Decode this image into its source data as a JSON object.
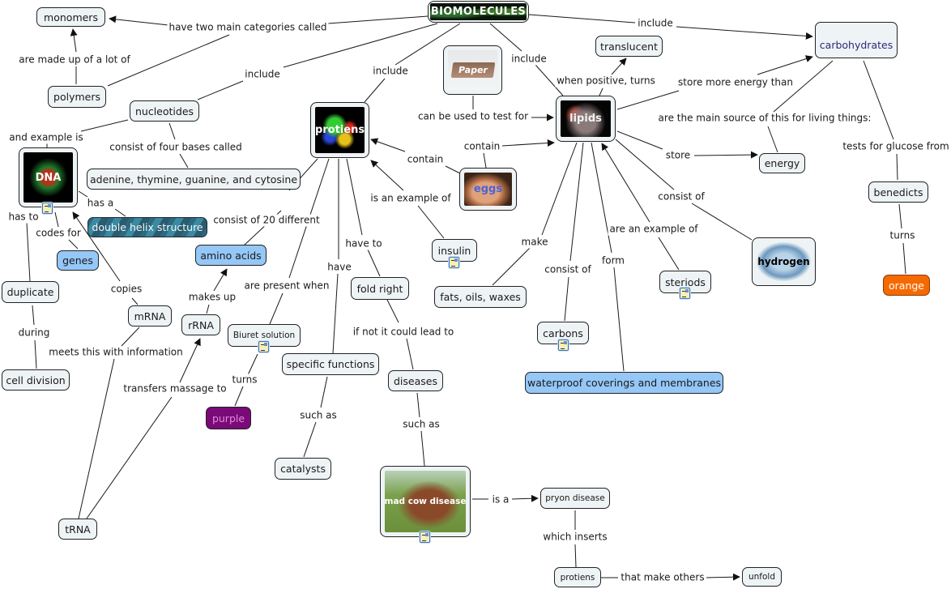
{
  "title": "BIOMOLECULES",
  "nodes": {
    "biomolecules": "BIOMOLECULES",
    "monomers": "monomers",
    "polymers": "polymers",
    "nucleotides": "nucleotides",
    "dna": "DNA",
    "bases": "adenine, thymine, guanine, and cytosine",
    "double_helix": "double helix structure",
    "genes": "genes",
    "duplicate": "duplicate",
    "cell_division": "cell division",
    "mrna": "mRNA",
    "rrna": "rRNA",
    "trna": "tRNA",
    "amino_acids": "amino acids",
    "proteins": "protiens",
    "biuret": "Biuret solution",
    "purple": "purple",
    "specific_functions": "specific functions",
    "catalysts": "catalysts",
    "fold_right": "fold right",
    "diseases": "diseases",
    "mad_cow": "mad cow disease",
    "pryon": "pryon disease",
    "proteins2": "protiens",
    "unfold": "unfold",
    "paper": "Paper",
    "eggs": "eggs",
    "insulin": "insulin",
    "lipids": "lipids",
    "translucent": "translucent",
    "fats": "fats, oils, waxes",
    "carbons": "carbons",
    "waterproof": "waterproof coverings and membranes",
    "steriods": "steriods",
    "hydrogen": "hydrogen",
    "energy": "energy",
    "carbohydrates": "carbohydrates",
    "benedicts": "benedicts",
    "orange": "orange"
  },
  "links": {
    "have_two_main": "have two main categories called",
    "made_up_of": "are made up of a lot of",
    "include_nucleotides": "include",
    "include_proteins": "include",
    "include_lipids": "include",
    "include_carbs": "include",
    "and_example_is": "and example is",
    "consist_four_bases": "consist of four bases called",
    "has_a": "has a",
    "has_to": "has to",
    "codes_for": "codes for",
    "during": "during",
    "copies": "copies",
    "meets_this": "meets this with information",
    "makes_up": "makes up",
    "transfers": "transfers massage to",
    "consist_20": "consist of 20 different",
    "are_present_when": "are present when",
    "turns_purple": "turns",
    "have": "have",
    "have_to": "have to",
    "such_as_catalysts": "such as",
    "if_not": "if not it could lead to",
    "such_as_madcow": "such as",
    "is_a": "is a",
    "which_inserts": "which inserts",
    "that_make_others": "that make others",
    "contain_proteins": "contain",
    "contain_lipids": "contain",
    "is_example_of": "is an example of",
    "can_be_used": "can be used to test for",
    "when_positive": "when positive, turns",
    "store_more": "store more energy than",
    "main_source": "are the main source of this for living things:",
    "store": "store",
    "consist_of_hydrogen": "consist of",
    "are_example_of": "are an example of",
    "make": "make",
    "consist_of_carbons": "consist of",
    "form": "form",
    "tests_for_glucose": "tests for glucose from",
    "turns_orange": "turns"
  },
  "colors": {
    "node_bg": "#eef3f5",
    "blue_node": "#95c7f7",
    "purple_node": "#7a0a78",
    "orange_node": "#f56a00",
    "carbohydrates_text": "#2b2b7a"
  }
}
